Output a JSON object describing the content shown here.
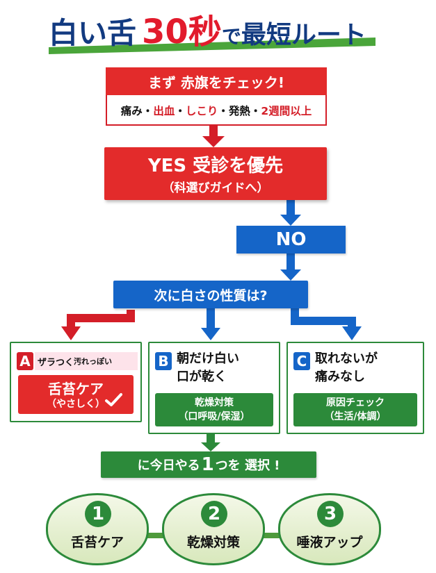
{
  "title": {
    "part1": "白い舌",
    "part2": "30秒",
    "part3": "で",
    "part4": "最短ルート"
  },
  "red_flag": {
    "heading": "まず 赤旗をチェック!",
    "symptoms": [
      "痛み",
      "出血",
      "しこり",
      "発熱",
      "2週間以上"
    ],
    "separator": "・"
  },
  "yes": {
    "line1": "YES 受診を優先",
    "line2": "（科選びガイドへ）"
  },
  "no": {
    "label": "NO"
  },
  "question": {
    "label": "次に白さの性質は?"
  },
  "options": [
    {
      "letter": "A",
      "desc_main": "ザラつく",
      "desc_small": "汚れっぽい",
      "action_main": "舌苔ケア",
      "action_sub": "（やさしく）"
    },
    {
      "letter": "B",
      "desc": "朝だけ白い\n口が乾く",
      "action": "乾燥対策\n（口呼吸/保湿）"
    },
    {
      "letter": "C",
      "desc": "取れないが\n痛みなし",
      "action": "原因チェック\n（生活/体調）"
    }
  ],
  "select": {
    "pre": "に今日やる",
    "num": "1",
    "post": "つを 選択 !"
  },
  "choices": [
    {
      "number": "1",
      "label": "舌苔ケア"
    },
    {
      "number": "2",
      "label": "乾燥対策"
    },
    {
      "number": "3",
      "label": "唾液アップ"
    }
  ],
  "colors": {
    "red": "#e32b2b",
    "blue": "#1565c8",
    "green": "#2c8a3a",
    "navy": "#123a80"
  }
}
